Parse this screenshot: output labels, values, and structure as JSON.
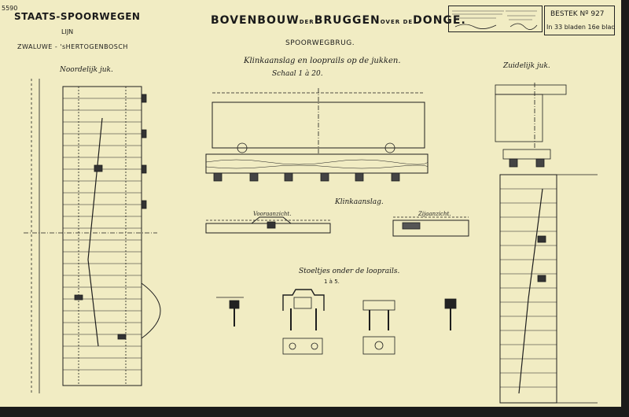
{
  "header": {
    "sheet_number": "5590",
    "railway": "STAATS-SPOORWEGEN",
    "line": "LIJN",
    "route": "ZWALUWE - 'sHERTOGENBOSCH",
    "title_part1": "BOVENBOUW",
    "title_part2": "DER",
    "title_part3": "BRUGGEN",
    "title_part4": "OVER DE",
    "title_part5": "DONGE.",
    "subtitle": "SPOORWEGBRUG.",
    "description": "Klinkaanslag en looprails op de jukken.",
    "scale": "Schaal 1 à 20.",
    "bestek": "BESTEK Nº 927",
    "sheets": "In 33 bladen 16e blad"
  },
  "sections": {
    "north_yoke": "Noordelijk juk.",
    "south_yoke": "Zuidelijk juk.",
    "clinker": "Klinkaanslag.",
    "front_view": "Vooraanzicht.",
    "side_view": "Zijaanzicht.",
    "chairs": "Stoeltjes onder de looprails.",
    "chairs_scale": "1 à 5."
  }
}
